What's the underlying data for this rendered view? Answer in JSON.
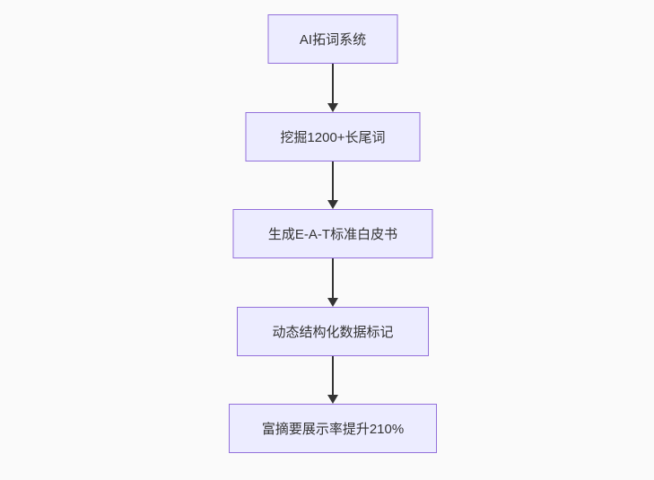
{
  "flowchart": {
    "type": "flowchart",
    "direction": "top-down",
    "background_color": "#fafafa",
    "node_fill_color": "#ECECFF",
    "node_border_color": "#9370DB",
    "text_color": "#333333",
    "arrow_color": "#333333",
    "nodes": [
      {
        "label": "AI拓词系统"
      },
      {
        "label": "挖掘1200+长尾词"
      },
      {
        "label": "生成E-A-T标准白皮书"
      },
      {
        "label": "动态结构化数据标记"
      },
      {
        "label": "富摘要展示率提升210%"
      }
    ],
    "edges": [
      {
        "from": 0,
        "to": 1,
        "style": "solid",
        "arrowhead": "filled-triangle"
      },
      {
        "from": 1,
        "to": 2,
        "style": "solid",
        "arrowhead": "filled-triangle"
      },
      {
        "from": 2,
        "to": 3,
        "style": "solid",
        "arrowhead": "filled-triangle"
      },
      {
        "from": 3,
        "to": 4,
        "style": "solid",
        "arrowhead": "filled-triangle"
      }
    ]
  }
}
